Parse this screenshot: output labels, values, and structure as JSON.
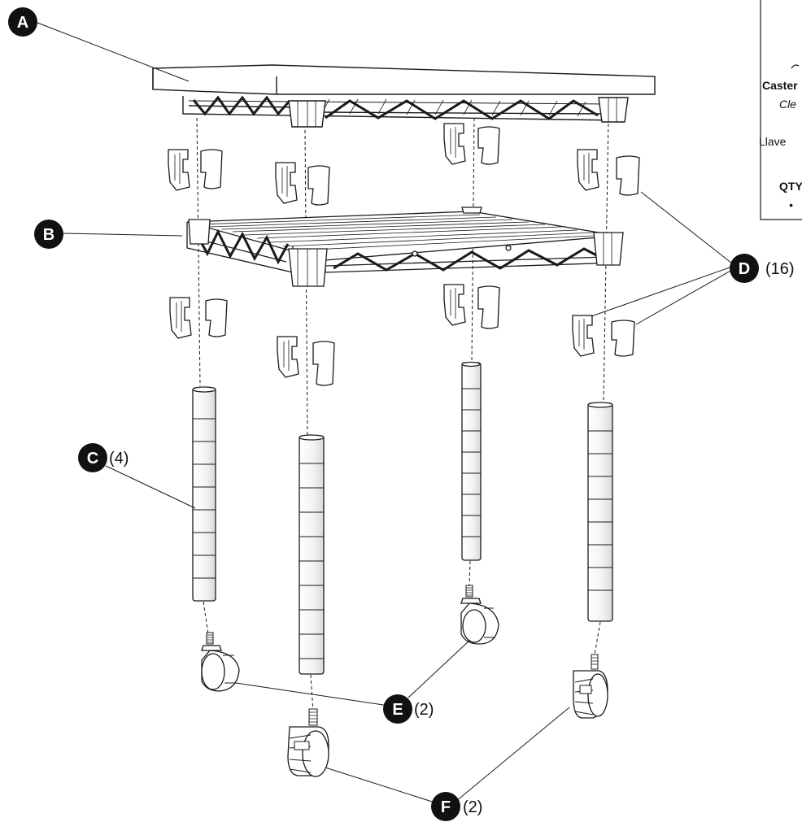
{
  "diagram": {
    "parts": [
      {
        "letter": "A",
        "qty": ""
      },
      {
        "letter": "B",
        "qty": ""
      },
      {
        "letter": "C",
        "qty": "(4)"
      },
      {
        "letter": "D",
        "qty": "(16)"
      },
      {
        "letter": "E",
        "qty": "(2)"
      },
      {
        "letter": "F",
        "qty": "(2)"
      }
    ],
    "inset": {
      "line1": "Caster",
      "line2": "Cle",
      "line3": "Llave",
      "line4": "QTY",
      "line5": "•"
    },
    "colors": {
      "ink": "#1a1a1a",
      "badge": "#111111",
      "background": "#ffffff"
    }
  }
}
